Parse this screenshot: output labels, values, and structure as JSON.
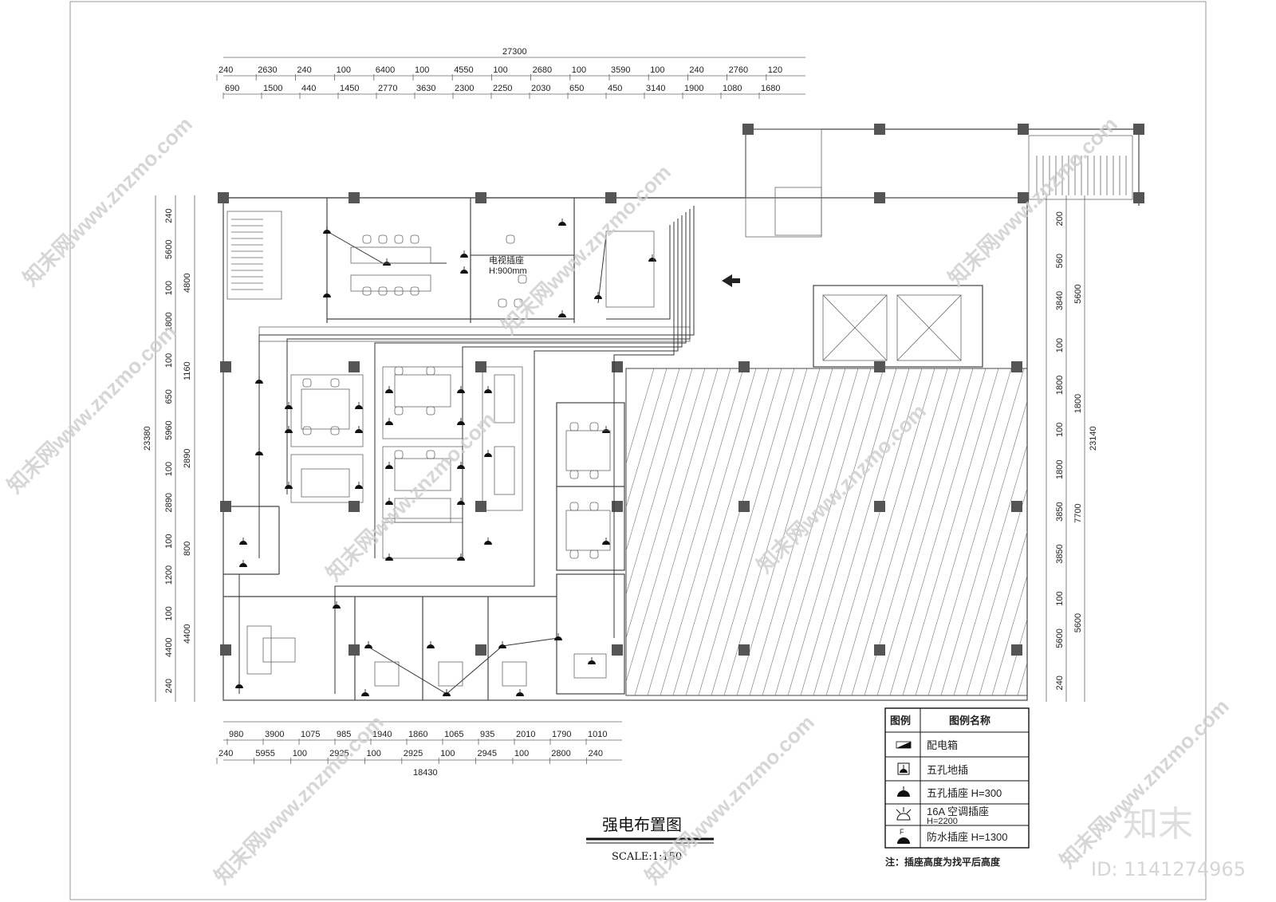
{
  "title": "强电布置图",
  "scale": "SCALE:1:150",
  "top_dims": {
    "overall": "27300",
    "row1": [
      "240",
      "2630",
      "240",
      "100",
      "6400",
      "100",
      "4550",
      "100",
      "2680",
      "100",
      "3590",
      "100",
      "240",
      "2760",
      "120"
    ],
    "row2": [
      "690",
      "1500",
      "440",
      "1450",
      "2770",
      "3630",
      "2300",
      "2250",
      "2030",
      "650",
      "450",
      "3140",
      "1900",
      "1080",
      "1680"
    ]
  },
  "bottom_dims": {
    "overall": "18430",
    "row1": [
      "980",
      "3900",
      "1075",
      "985",
      "1940",
      "1860",
      "1065",
      "935",
      "2010",
      "1790",
      "1010"
    ],
    "row2": [
      "240",
      "5955",
      "100",
      "2925",
      "100",
      "2925",
      "100",
      "2945",
      "100",
      "2800",
      "240"
    ]
  },
  "left_dims": {
    "overall": "23380",
    "row1": [
      "240",
      "5600",
      "100",
      "1800",
      "100",
      "650",
      "5960",
      "100",
      "2890",
      "100",
      "1200",
      "100",
      "4400",
      "240"
    ],
    "row2": [
      "4800",
      "1160",
      "2890",
      "800",
      "4400"
    ]
  },
  "right_dims": {
    "overall": "23140",
    "row1": [
      "200",
      "560",
      "3840",
      "100",
      "1800",
      "100",
      "1800",
      "3850",
      "3850",
      "100",
      "5600",
      "240"
    ],
    "row2": [
      "5600",
      "1800",
      "7700",
      "5600"
    ]
  },
  "annotation": {
    "tv_socket": "电视插座",
    "tv_height": "H:900mm"
  },
  "legend": {
    "header_symbol": "图例",
    "header_name": "图例名称",
    "items": [
      {
        "icon": "distribution-box-icon",
        "label": "配电箱"
      },
      {
        "icon": "floor-socket-icon",
        "label": "五孔地插"
      },
      {
        "icon": "five-hole-socket-icon",
        "label": "五孔插座 H=300"
      },
      {
        "icon": "ac-socket-icon",
        "label": "16A 空调插座",
        "sub": "H=2200"
      },
      {
        "icon": "waterproof-socket-icon",
        "label": "防水插座 H=1300"
      }
    ],
    "note": "注：插座高度为找平后高度"
  },
  "watermark": {
    "text": "知末网www.znzmo.com",
    "logo": "知末",
    "id": "ID: 1141274965"
  }
}
